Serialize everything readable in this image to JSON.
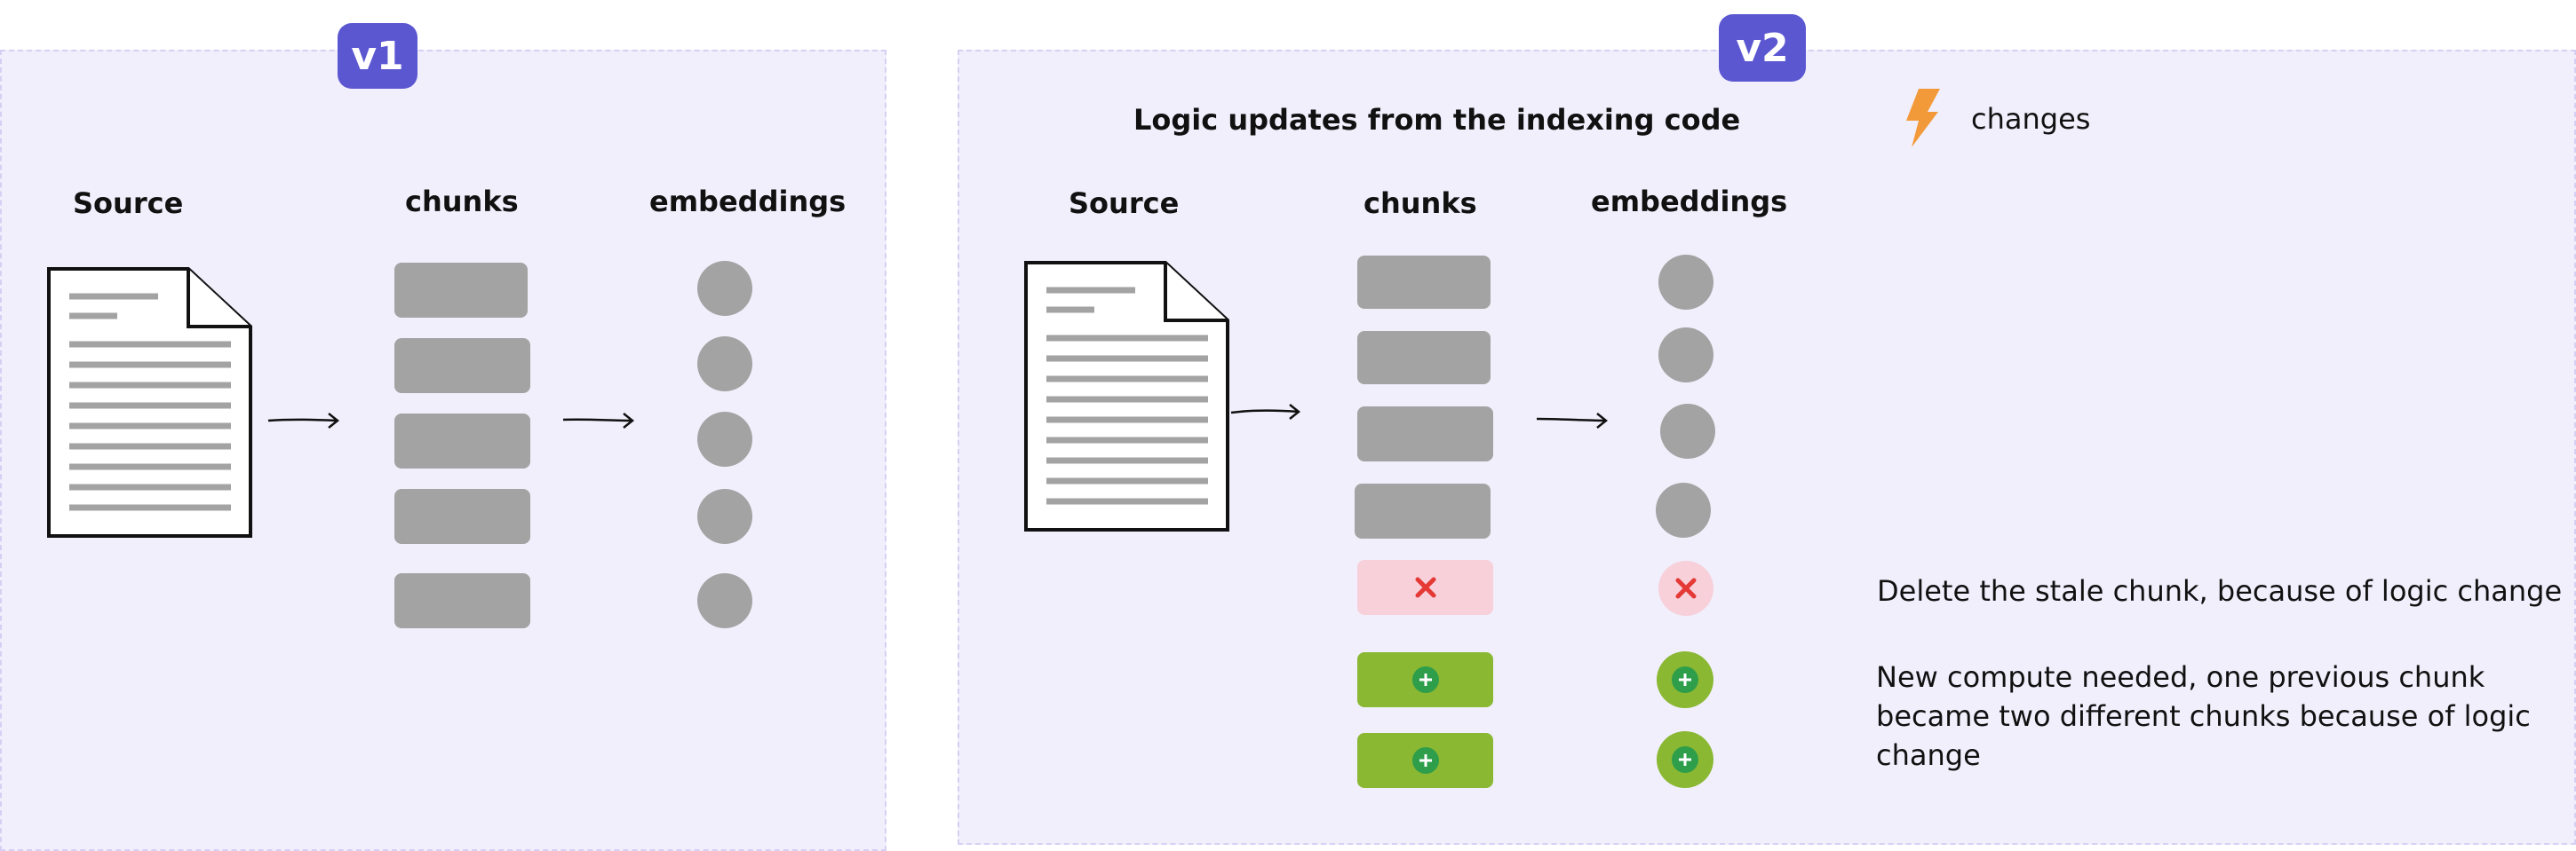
{
  "v1": {
    "badge": "v1",
    "source_label": "Source",
    "chunks_label": "chunks",
    "embeddings_label": "embeddings"
  },
  "v2": {
    "badge": "v2",
    "header": "Logic updates from the indexing code",
    "legend": {
      "icon": "lightning-icon",
      "label": "changes",
      "color": "#f29a3a"
    },
    "source_label": "Source",
    "chunks_label": "chunks",
    "embeddings_label": "embeddings",
    "delete_note": "Delete the stale chunk, because of logic change",
    "new_note": "New compute needed, one previous chunk became two different chunks because of logic change"
  },
  "colors": {
    "panel": "#f1effc",
    "badge": "#5b57d1",
    "chunk": "#a3a3a3",
    "deleted": "#f7d0da",
    "delete_mark": "#e53935",
    "added": "#8ab833",
    "add_mark": "#2e9e4b"
  }
}
